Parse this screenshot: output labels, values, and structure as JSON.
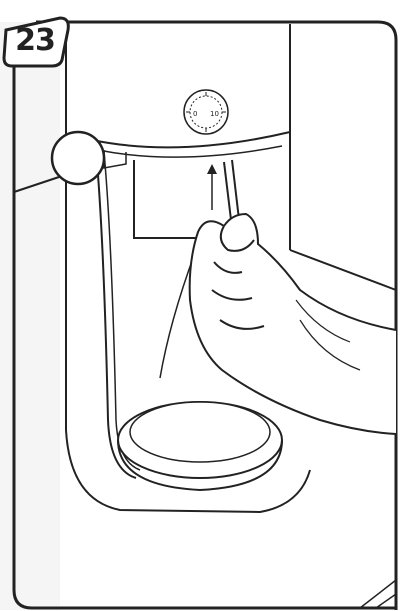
{
  "step": {
    "number": "23"
  },
  "dial": {
    "marks": [
      "0",
      "10"
    ]
  },
  "colors": {
    "line": "#222222",
    "panel_shade": "#f2f2f2",
    "background": "#ffffff"
  },
  "icons": {
    "hand": "hand-icon",
    "arrow": "upward-arrow-icon",
    "tube": "tube-icon"
  }
}
